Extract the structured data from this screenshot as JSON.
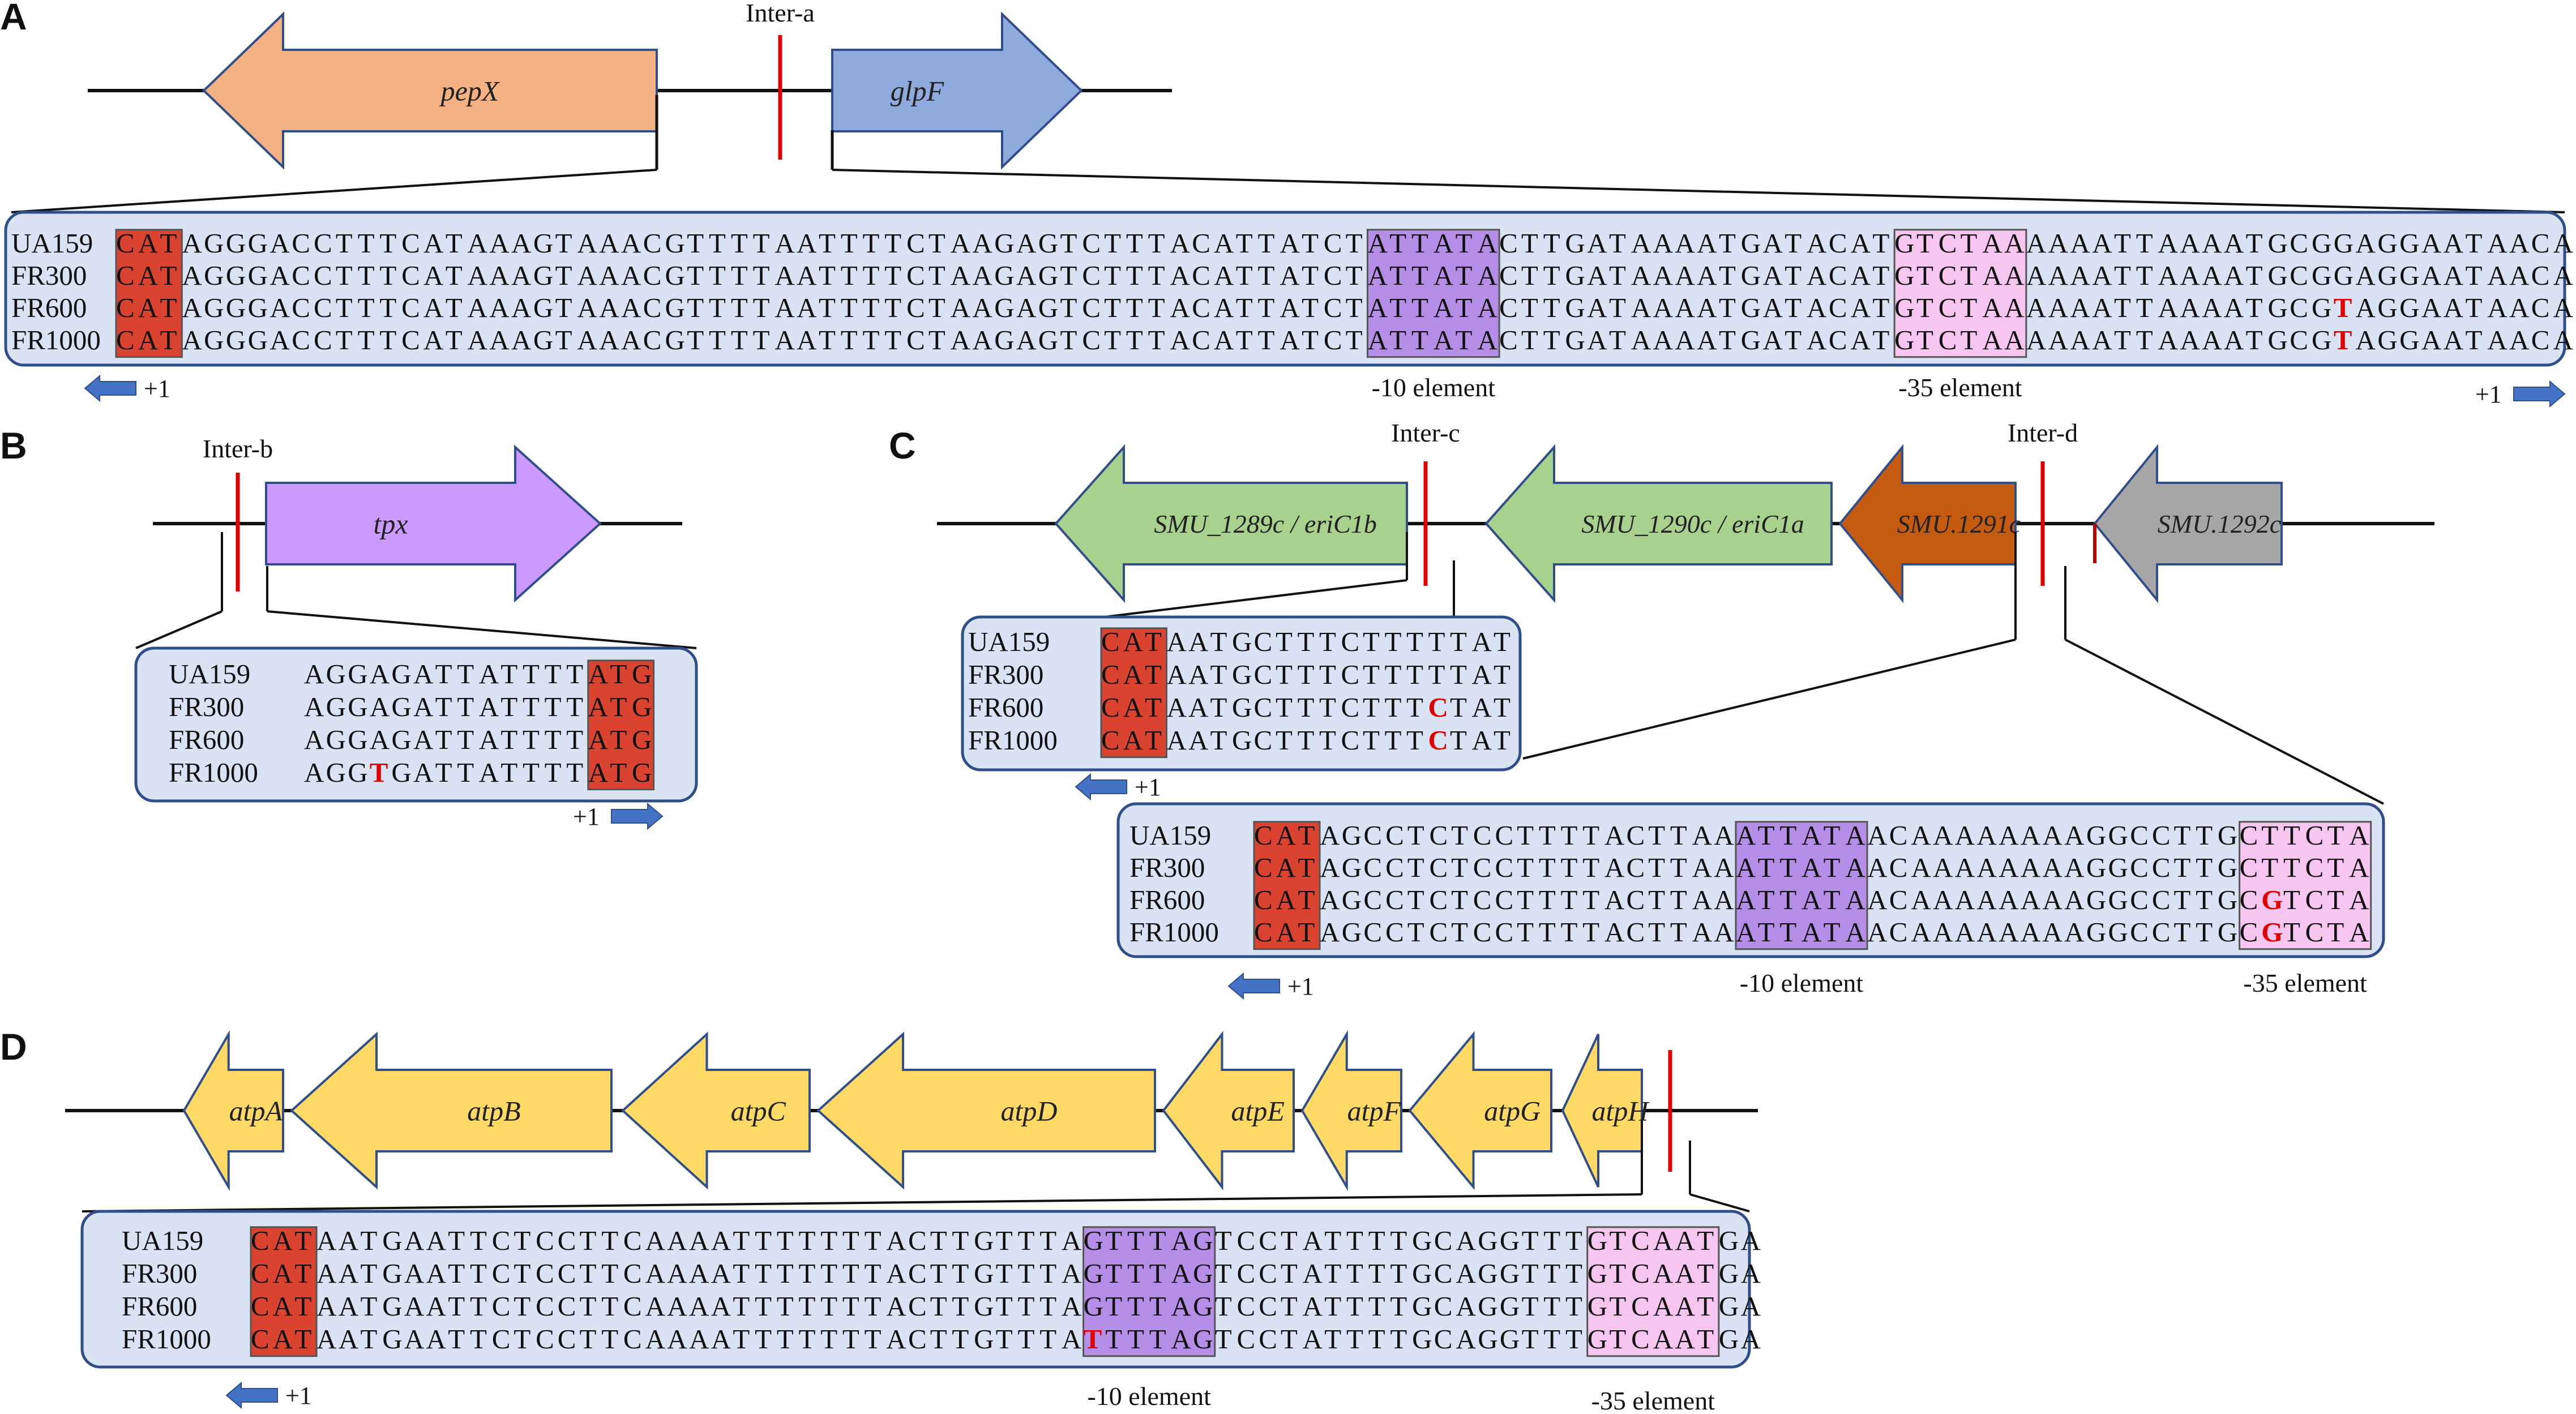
{
  "panels": [
    {
      "letter": "A",
      "genes": [
        {
          "name": "pepX",
          "direction": "left",
          "color": "#f4b183"
        },
        {
          "name": "glpF",
          "direction": "right",
          "color": "#8faadc"
        }
      ],
      "intergenic_label": "Inter-a",
      "strains": [
        "UA159",
        "FR300",
        "FR600",
        "FR1000"
      ],
      "sequences": [
        "CATAGGGACCTTTCATAAAGTAAACGTTTTAATTTTCTAAGAGTCTTTACATTATCTATTATACTTGATAAAATGATACATGTCTAAAAAATTAAAATGCGGAGGAATAACAGACAAATG",
        "CATAGGGACCTTTCATAAAGTAAACGTTTTAATTTTCTAAGAGTCTTTACATTATCTATTATACTTGATAAAATGATACATGTCTAAAAAATTAAAATGCGGAGGAATAACAGACAAATG",
        "CATAGGGACCTTTCATAAAGTAAACGTTTTAATTTTCTAAGAGTCTTTACATTATCTATTATACTTGATAAAATGATACATGTCTAAAAAATTAAAATGCGTAGGAATAACAGACAAATG",
        "CATAGGGACCTTTCATAAAGTAAACGTTTTAATTTTCTAAGAGTCTTTACATTATCTATTATACTTGATAAAATGATACATGTCTAAAAAATTAAAATGCGTAGGAATAACAGACAAATG"
      ],
      "element_labels": [
        "-10 element",
        "-35 element"
      ],
      "tss_labels": [
        "+1",
        "+1"
      ]
    },
    {
      "letter": "B",
      "genes": [
        {
          "name": "tpx",
          "direction": "right",
          "color": "#cc99ff"
        }
      ],
      "intergenic_label": "Inter-b",
      "strains": [
        "UA159",
        "FR300",
        "FR600",
        "FR1000"
      ],
      "sequences": [
        "AGGAGATTATTTTATG",
        "AGGAGATTATTTTATG",
        "AGGAGATTATTTTATG",
        "AGGTGATTATTTTATG"
      ],
      "tss_labels": [
        "+1"
      ]
    },
    {
      "letter": "C",
      "genes": [
        {
          "name": "SMU_1289c / eriC1b",
          "direction": "left",
          "color": "#a9d18e"
        },
        {
          "name": "SMU_1290c / eriC1a",
          "direction": "left",
          "color": "#a9d18e"
        },
        {
          "name": "SMU.1291c",
          "direction": "left",
          "color": "#c55a11"
        },
        {
          "name": "SMU.1292c",
          "direction": "left",
          "color": "#a6a6a6"
        }
      ],
      "intergenic_labels": [
        "Inter-c",
        "Inter-d"
      ],
      "strains": [
        "UA159",
        "FR300",
        "FR600",
        "FR1000"
      ],
      "sequences_c": [
        "CATAATGCTTTCTTTTTAT",
        "CATAATGCTTTCTTTTTAT",
        "CATAATGCTTTCTTTCTAT",
        "CATAATGCTTTCTTTCTAT"
      ],
      "sequences_d": [
        "CATAGCCTCTCCTTTTACTTAAATTATAACAAAAAAAAGGCCTTGCTTCTA",
        "CATAGCCTCTCCTTTTACTTAAATTATAACAAAAAAAAGGCCTTGCTTCTA",
        "CATAGCCTCTCCTTTTACTTAAATTATAACAAAAAAAAGGCCTTGCGTCTA",
        "CATAGCCTCTCCTTTTACTTAAATTATAACAAAAAAAAGGCCTTGCGTCTA"
      ],
      "element_labels": [
        "-10 element",
        "-35 element"
      ],
      "tss_labels": [
        "+1",
        "+1"
      ]
    },
    {
      "letter": "D",
      "genes": [
        {
          "name": "atpA",
          "direction": "left",
          "color": "#ffd966"
        },
        {
          "name": "atpB",
          "direction": "left",
          "color": "#ffd966"
        },
        {
          "name": "atpC",
          "direction": "left",
          "color": "#ffd966"
        },
        {
          "name": "atpD",
          "direction": "left",
          "color": "#ffd966"
        },
        {
          "name": "atpE",
          "direction": "left",
          "color": "#ffd966"
        },
        {
          "name": "atpF",
          "direction": "left",
          "color": "#ffd966"
        },
        {
          "name": "atpG",
          "direction": "left",
          "color": "#ffd966"
        },
        {
          "name": "atpH",
          "direction": "left",
          "color": "#ffd966"
        }
      ],
      "strains": [
        "UA159",
        "FR300",
        "FR600",
        "FR1000"
      ],
      "sequences": [
        "CATAATGAATTCTCCTTCAAAATTTTTTTACTTGTTTAGTTTAGTCCTATTTTGCAGGTTTGTCAATGA",
        "CATAATGAATTCTCCTTCAAAATTTTTTTACTTGTTTAGTTTAGTCCTATTTTGCAGGTTTGTCAATGA",
        "CATAATGAATTCTCCTTCAAAATTTTTTTACTTGTTTAGTTTAGTCCTATTTTGCAGGTTTGTCAATGA",
        "CATAATGAATTCTCCTTCAAAATTTTTTTACTTGTTTATTTTAGTCCTATTTTGCAGGTTTGTCAATGA"
      ],
      "element_labels": [
        "-10 element",
        "-35 element"
      ],
      "tss_labels": [
        "+1"
      ]
    }
  ],
  "colors": {
    "box_fill": "#dae3f3",
    "box_stroke": "#2f4e8a",
    "codon_fill": "#d9432f",
    "minus10_fill": "#b58ee8",
    "minus35_fill": "#f7c6f0",
    "mutation_text": "#e00000",
    "tss_arrow": "#4472c4",
    "intergenic_marker": "#e00000"
  }
}
